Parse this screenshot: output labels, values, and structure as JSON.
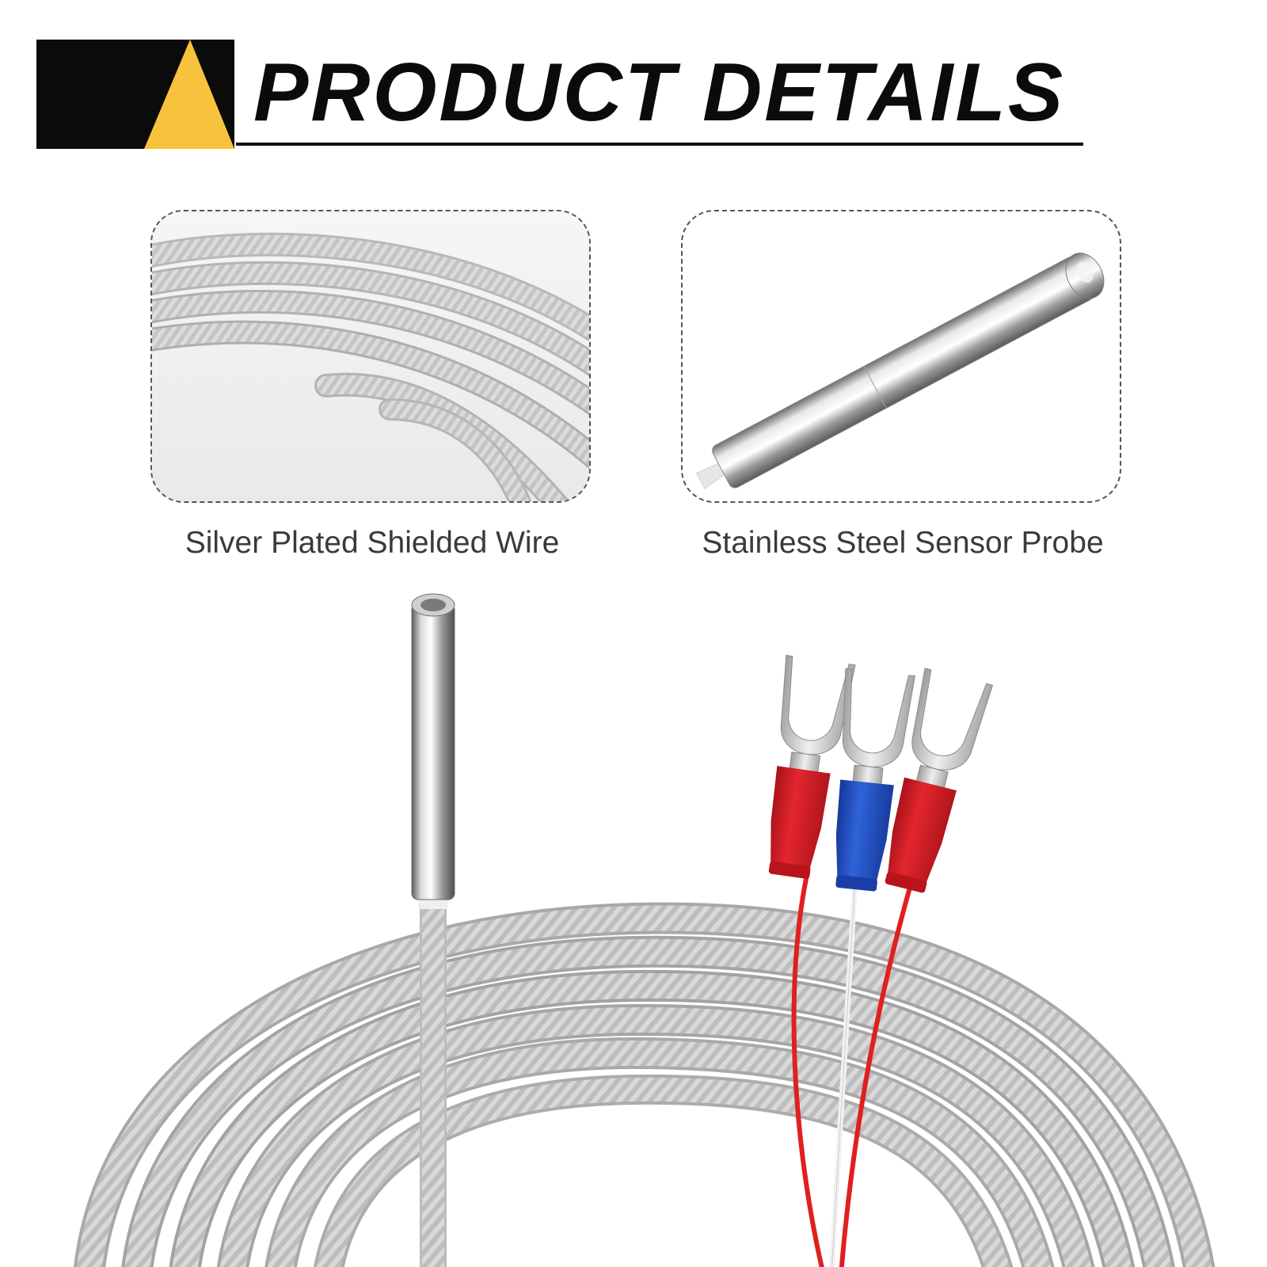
{
  "header": {
    "title": "PRODUCT DETAILS",
    "accent_color": "#F8C33C",
    "block_color": "#0B0B0B"
  },
  "panels": [
    {
      "caption": "Silver Plated Shielded Wire",
      "icon": "braided-wire-closeup"
    },
    {
      "caption": "Stainless Steel Sensor Probe",
      "icon": "steel-probe-closeup"
    }
  ],
  "main_photo": {
    "icon": "rtd-sensor-with-fork-terminals",
    "terminal_colors": [
      "#D81F26",
      "#1F4FC4",
      "#D81F26"
    ],
    "lead_wire_colors": [
      "#E02020",
      "#F2F2F2",
      "#E02020"
    ]
  }
}
